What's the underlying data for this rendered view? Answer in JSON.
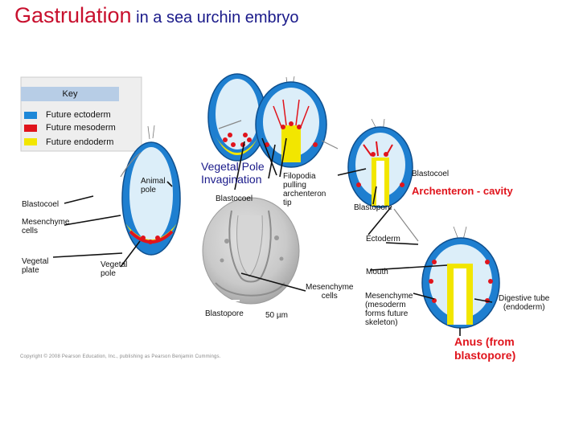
{
  "title": {
    "main": "Gastrulation",
    "sub": " in a sea urchin embryo"
  },
  "key": {
    "heading": "Key",
    "items": [
      {
        "label": "Future ectoderm",
        "color": "#1e88d8"
      },
      {
        "label": "Future mesoderm",
        "color": "#e0141c"
      },
      {
        "label": "Future endoderm",
        "color": "#f2e600"
      }
    ]
  },
  "labels": {
    "animal_pole": "Animal\npole",
    "vegetal_pole_invagination": "Vegetal Pole\nInvagination",
    "filopodia": "Filopodia\npulling\narchenteron\ntip",
    "blastocoel_top": "Blastocoel",
    "archenteron_cavity": "Archenteron - cavity",
    "blastocoel_left": "Blastocoel",
    "blastocoel_mid": "Blastocoel",
    "blastopore_right": "Blastopore",
    "mesenchyme_cells": "Mesenchyme\ncells",
    "ectoderm": "Ectoderm",
    "vegetal_plate": "Vegetal\nplate",
    "vegetal_pole": "Vegetal\npole",
    "mouth": "Mouth",
    "mesenchyme_cells_center": "Mesenchyme\ncells",
    "blastopore_center": "Blastopore",
    "scale": "50 µm",
    "mesenchyme_mesoderm": "Mesenchyme\n(mesoderm\nforms future\nskeleton)",
    "digestive_tube": "Digestive tube\n(endoderm)",
    "anus": "Anus (from\nblastopore)"
  },
  "copyright": "Copyright © 2008 Pearson Education, Inc., publishing as Pearson Benjamin Cummings."
}
